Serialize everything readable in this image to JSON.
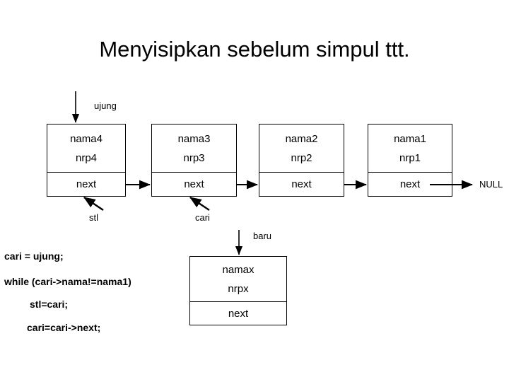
{
  "slide": {
    "title": "Menyisipkan sebelum simpul ttt.",
    "background_color": "#ffffff",
    "line_color": "#000000",
    "text_color": "#000000"
  },
  "list": {
    "head_pointer_label": "ujung",
    "terminator_label": "NULL",
    "next_field_label": "next",
    "nodes": [
      {
        "name": "nama4",
        "nrp": "nrp4",
        "next": "next"
      },
      {
        "name": "nama3",
        "nrp": "nrp3",
        "next": "next"
      },
      {
        "name": "nama2",
        "nrp": "nrp2",
        "next": "next"
      },
      {
        "name": "nama1",
        "nrp": "nrp1",
        "next": "next"
      }
    ],
    "pointers": [
      {
        "label": "stl"
      },
      {
        "label": "cari"
      }
    ]
  },
  "new_node": {
    "pointer_label": "baru",
    "name": "namax",
    "nrp": "nrpx",
    "next": "next"
  },
  "code": {
    "lines": [
      "cari = ujung;",
      "while (cari->nama!=nama1)",
      "stl=cari;",
      "cari=cari->next;"
    ]
  }
}
